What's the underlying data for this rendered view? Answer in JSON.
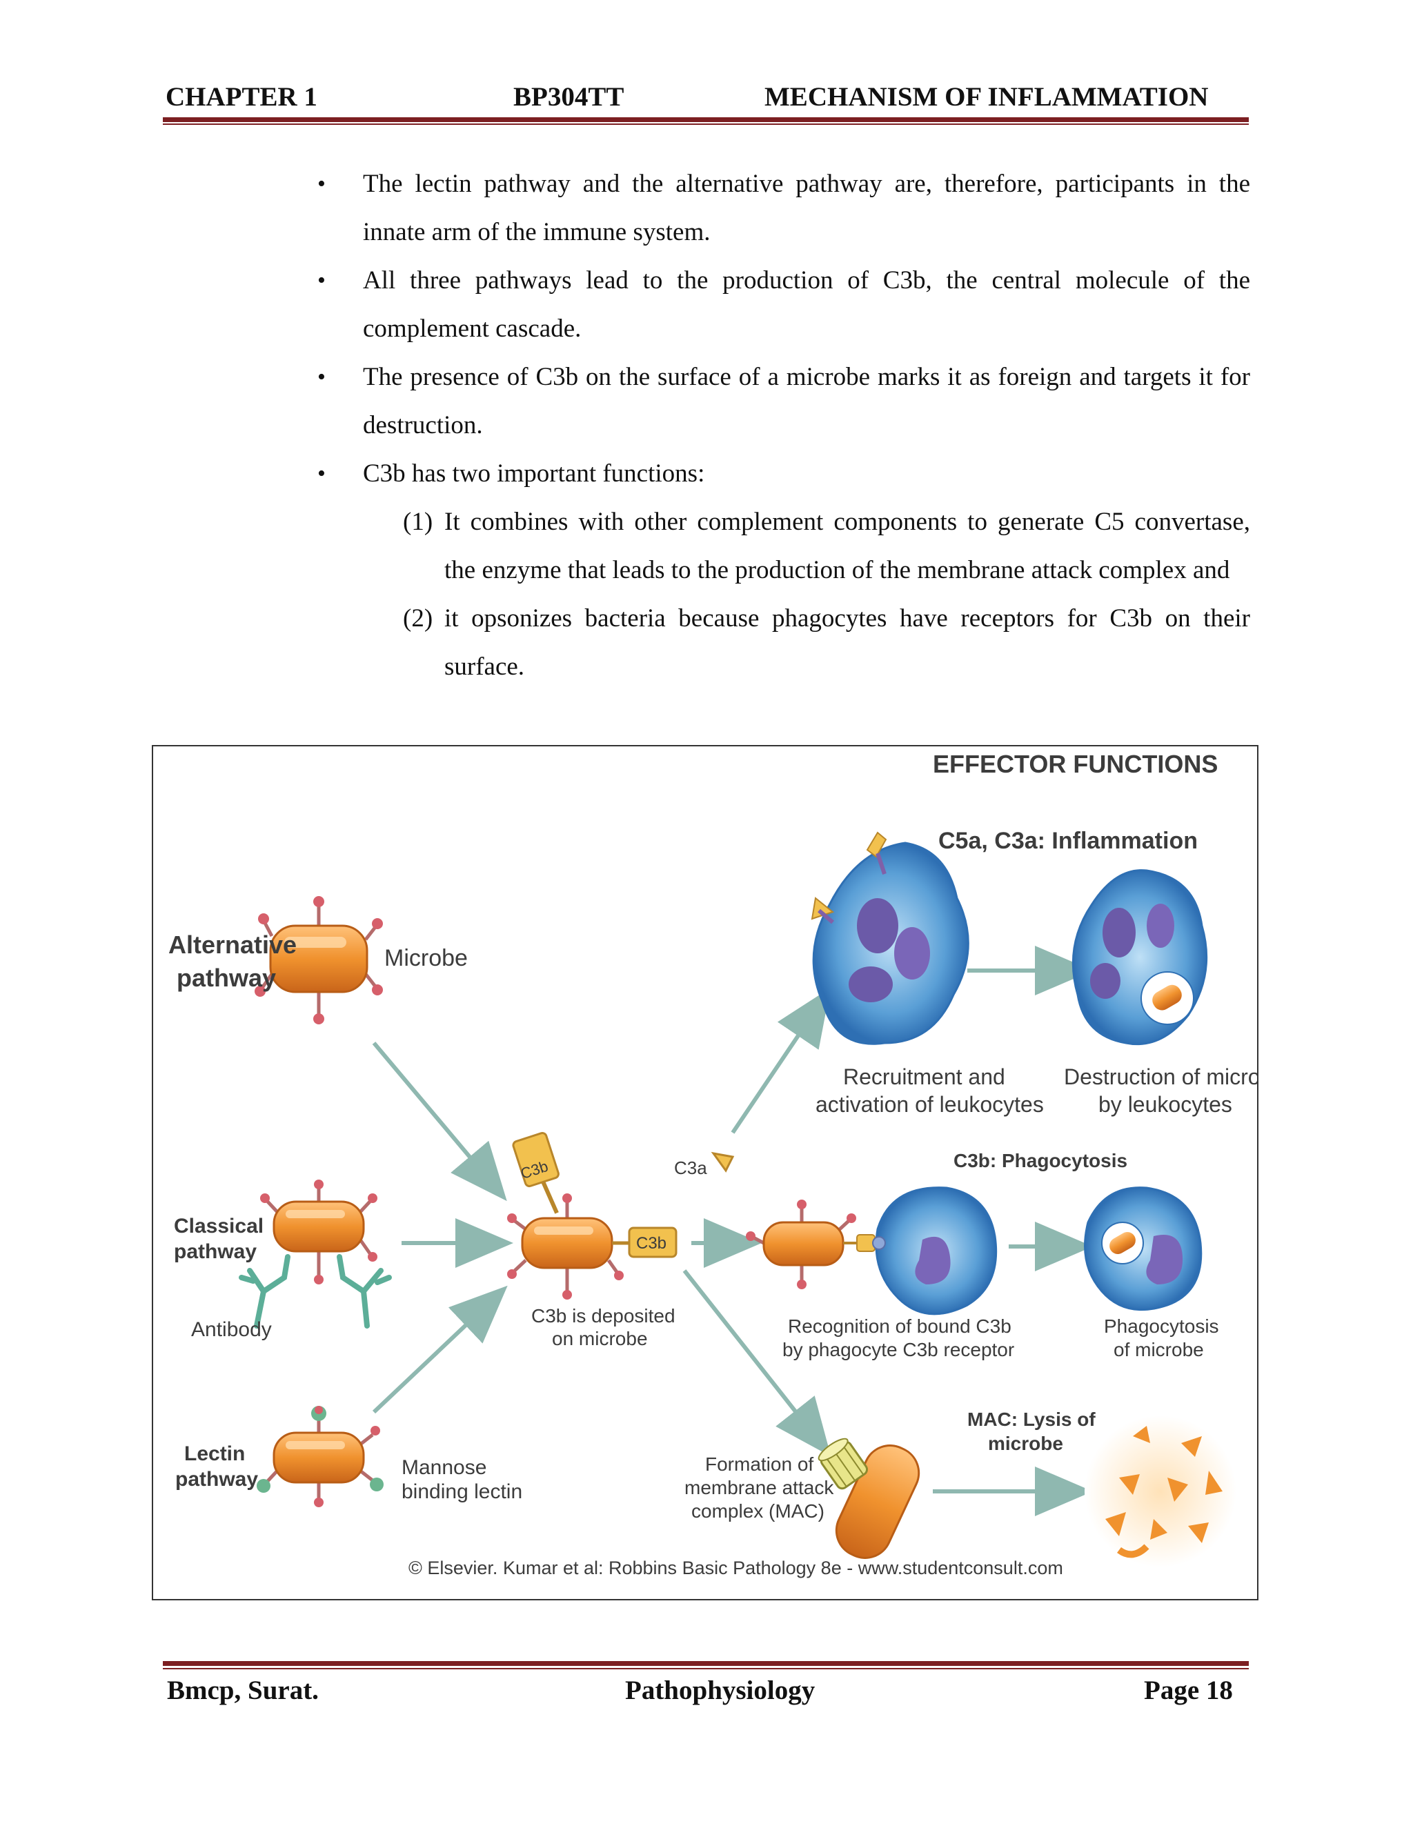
{
  "header": {
    "chapter": "CHAPTER 1",
    "code": "BP304TT",
    "topic": "MECHANISM OF INFLAMMATION"
  },
  "bullets": [
    "The lectin pathway and the alternative pathway are, therefore, participants in the innate arm of the immune system.",
    "All three pathways lead to the production of C3b, the central molecule of the complement cascade.",
    "The presence of C3b on the surface of a microbe marks it as foreign and targets it for destruction.",
    "C3b has two important functions:"
  ],
  "subitems": [
    {
      "num": "(1)",
      "text": "It combines with other complement components to generate C5 convertase, the enzyme that leads to the production of the membrane attack complex and"
    },
    {
      "num": "(2)",
      "text": "it opsonizes bacteria because phagocytes have receptors for C3b on their surface."
    }
  ],
  "figure": {
    "effector_title": "EFFECTOR FUNCTIONS",
    "inflammation_title": "C5a, C3a: Inflammation",
    "alt_pathway_1": "Alternative",
    "alt_pathway_2": "pathway",
    "microbe": "Microbe",
    "classical_1": "Classical",
    "classical_2": "pathway",
    "antibody": "Antibody",
    "lectin_1": "Lectin",
    "lectin_2": "pathway",
    "mannose_1": "Mannose",
    "mannose_2": "binding lectin",
    "c3b_tag": "C3b",
    "c3b_tag_2": "C3b",
    "c3a_tag": "C3a",
    "deposited_1": "C3b is deposited",
    "deposited_2": "on microbe",
    "recruit_1": "Recruitment and",
    "recruit_2": "activation of leukocytes",
    "destruct_1": "Destruction of microbes",
    "destruct_2": "by leukocytes",
    "phago_title": "C3b: Phagocytosis",
    "recog_1": "Recognition of bound C3b",
    "recog_2": "by phagocyte C3b receptor",
    "phagocyt_1": "Phagocytosis",
    "phagocyt_2": "of microbe",
    "mac_title_1": "MAC: Lysis of",
    "mac_title_2": "microbe",
    "formation_1": "Formation of",
    "formation_2": "membrane attack",
    "formation_3": "complex (MAC)",
    "credit": "© Elsevier. Kumar et al: Robbins Basic Pathology 8e - www.studentconsult.com"
  },
  "footer": {
    "left": "Bmcp, Surat.",
    "center": "Pathophysiology",
    "right": "Page 18"
  },
  "colors": {
    "rule": "#7c1f22",
    "microbe": "#f0922e",
    "leukocyte": "#3b7fc4",
    "arrow": "#8fb8b0"
  }
}
